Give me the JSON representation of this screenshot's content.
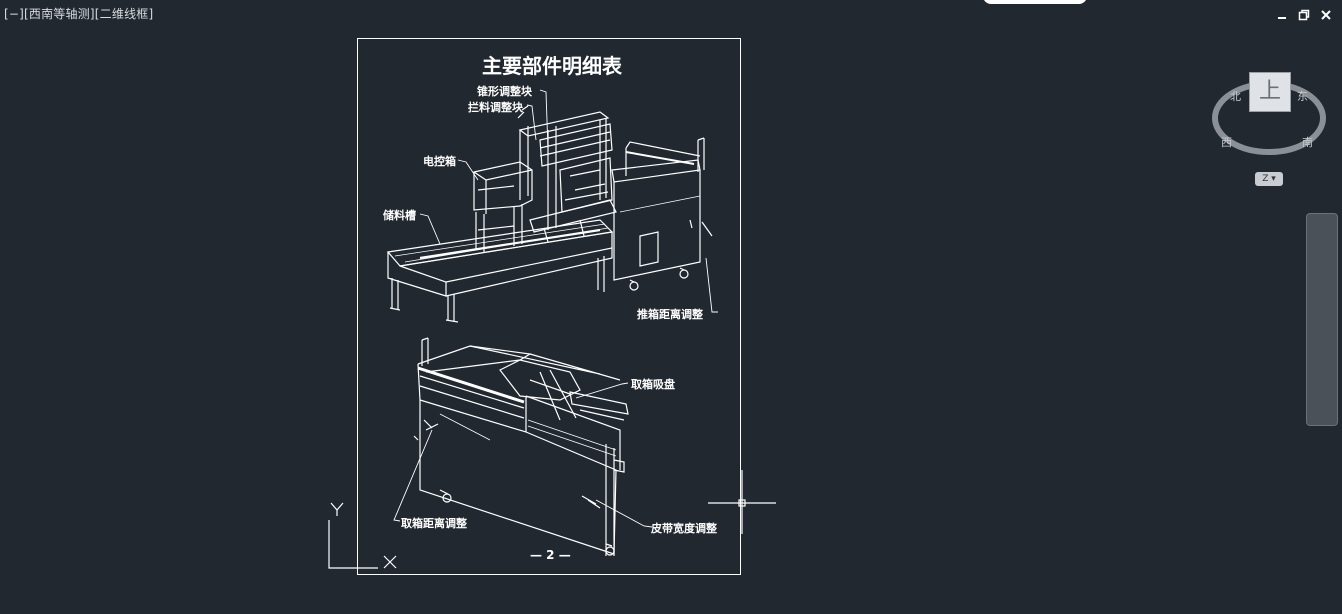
{
  "viewport": {
    "label": "[−][西南等轴测][二维线框]"
  },
  "drawing": {
    "title": "主要部件明细表",
    "callouts": {
      "cone_adjust": "锥形调整块",
      "stop_adjust": "拦料调整块",
      "control_box": "电控箱",
      "storage_slot": "储料槽",
      "push_distance": "推箱距离调整",
      "pick_suction": "取箱吸盘",
      "pick_distance": "取箱距离调整",
      "belt_width": "皮带宽度调整"
    },
    "page_number": "— 2 —"
  },
  "ucs": {
    "y_label": "Y",
    "x_label": "X"
  },
  "viewcube": {
    "face": "上",
    "north": "北",
    "east": "东",
    "west": "西",
    "south": "南",
    "wcs": "Z ▾"
  },
  "window_controls": {
    "minimize": "minimize",
    "restore": "restore",
    "close": "close"
  },
  "colors": {
    "background": "#212830",
    "lines": "#ffffff",
    "navbar": "#4a5158"
  }
}
